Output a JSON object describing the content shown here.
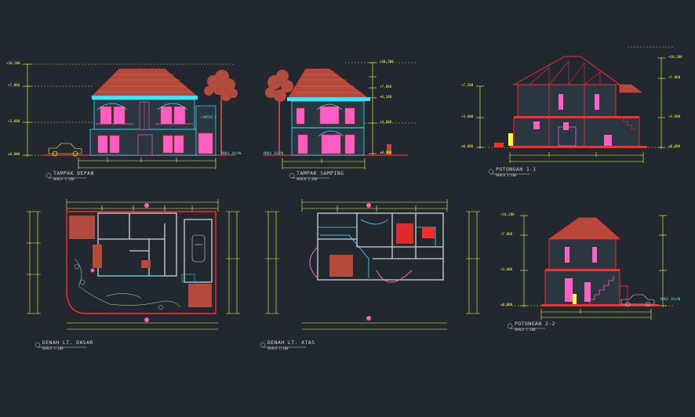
{
  "colors": {
    "background": "#212830",
    "dimension": "#ffff3a",
    "wall": "#ff2a2a",
    "roof": "#b34a3c",
    "window": "#ff5ec4",
    "frame": "#39e6ff",
    "tree": "#b34b3e",
    "structure": "#ff2a2a"
  },
  "drawings": {
    "front": {
      "title": "TAMPAK DEPAN",
      "scale": "SKALA 1:100"
    },
    "side": {
      "title": "TAMPAK SAMPING",
      "scale": "SKALA 1:100"
    },
    "section1": {
      "title": "POTONGAN 1-1",
      "scale": "SKALA 1:100"
    },
    "plan_ground": {
      "title": "DENAH LT. DASAR",
      "scale": "SKALA 1:100"
    },
    "plan_upper": {
      "title": "DENAH LT. ATAS",
      "scale": "SKALA 1:100"
    },
    "section2": {
      "title": "POTONGAN 2-2",
      "scale": "SKALA 1:100"
    }
  },
  "levels": {
    "front": [
      "+10,200",
      "+7,860",
      "+3,600",
      "±0,000"
    ],
    "front_right": [
      "LANTAI 2",
      "MUKA JALAN"
    ],
    "side_left": [
      "MUKA JALAN"
    ],
    "side_right": [
      "+10,200",
      "+7,860",
      "+6,140",
      "+3,600",
      "±0,000"
    ],
    "section1_left": [
      "+7,560",
      "+3,600",
      "±0,000"
    ],
    "section1_right": [
      "+10,200",
      "+7,860",
      "+3,600",
      "±0,000"
    ],
    "section2_left": [
      "+10,200",
      "+7,860",
      "+3,600",
      "±0,000"
    ],
    "section2_right": [
      "MUKA JALAN"
    ]
  }
}
